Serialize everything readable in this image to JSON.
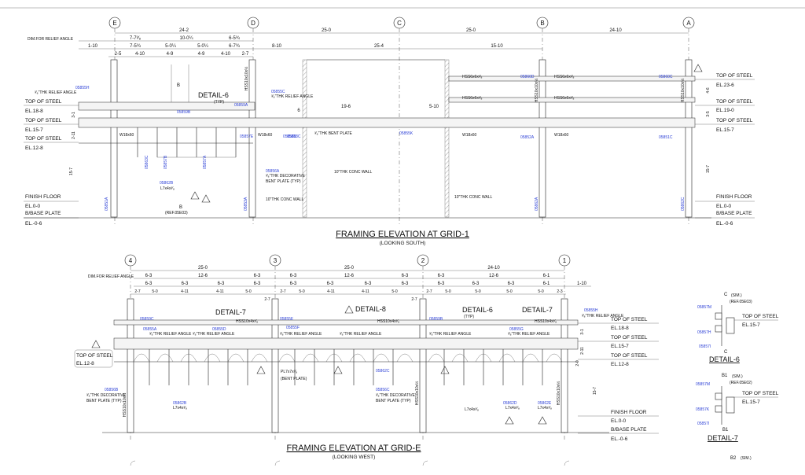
{
  "grid1": {
    "grids": [
      "E",
      "D",
      "C",
      "B",
      "A"
    ],
    "top_dims": {
      "overall": [
        "24-2",
        "25-0",
        "25-0",
        "24-10"
      ],
      "row1": [
        "7-7³⁄₈",
        "10-0¼",
        "6-5¾"
      ],
      "row2": [
        "1-10",
        "7-5¾",
        "5-0¼",
        "5-0¼",
        "6-7¾",
        "8-10",
        "25-4",
        "15-10"
      ],
      "row3": [
        "2-5",
        "4-10",
        "4-9",
        "4-9",
        "4-10",
        "2-7"
      ]
    },
    "dim_label": "DIM.FOR RELIEF ANGLE",
    "levels_left": [
      {
        "label": "TOP OF STEEL",
        "el": "EL.18-8"
      },
      {
        "label": "TOP OF STEEL",
        "el": "EL.15-7"
      },
      {
        "label": "TOP OF STEEL",
        "el": "EL.12-8"
      },
      {
        "label": "FINISH FLOOR",
        "el": "EL.0-0"
      },
      {
        "label": "B/BASE PLATE",
        "el": "EL.-0-6"
      }
    ],
    "levels_right": [
      {
        "label": "TOP OF STEEL",
        "el": "EL.23-6"
      },
      {
        "label": "TOP OF STEEL",
        "el": "EL.19-0"
      },
      {
        "label": "TOP OF STEEL",
        "el": "EL.15-7"
      },
      {
        "label": "FINISH FLOOR",
        "el": "EL.0-0"
      },
      {
        "label": "B/BASE PLATE",
        "el": "EL.-0-6"
      }
    ],
    "height_dims": [
      "3-1",
      "2-11",
      "15-7",
      "4-6",
      "3-5",
      "15-7"
    ],
    "notes": {
      "detail6": "DETAIL-6",
      "detail6_typ": "(TYP)",
      "relief_angle": "³⁄₈\"THK RELIEF ANGLE",
      "decorative": "³⁄₈\"THK DECORATIVE",
      "bent_plate_typ": "BENT PLATE (TYP)",
      "bent_plate": "³⁄₈\"THK BENT PLATE",
      "conc_wall": "10\"THK CONC WALL",
      "conc_wall2": "10\"THK CONC WALL",
      "conc_wall3": "10\"THK CONC WALL",
      "angle": "L7x4x³⁄₈",
      "b_label": "B",
      "b_ref": "(REF.05E03)",
      "beam_w18": "W18x60",
      "hss_beam": "HSS6x6x³⁄₈",
      "hss_col": "HSS10x10x½",
      "span_19": "19-6",
      "span_5": "5-10",
      "dim_6": "6"
    },
    "marks": [
      "05855H",
      "05859A",
      "05855C",
      "05859B",
      "05857E",
      "05856A",
      "05856B",
      "05862B",
      "05863C",
      "05857B",
      "05857A",
      "05855K",
      "05860D",
      "05860C",
      "05852A",
      "05851A",
      "05853A",
      "05862A",
      "05862C",
      "05851C",
      "05853C"
    ],
    "title": "FRAMING ELEVATION AT GRID-1",
    "subtitle": "(LOOKING SOUTH)"
  },
  "gride": {
    "grids": [
      "4",
      "3",
      "2",
      "1"
    ],
    "top_dims": {
      "overall": [
        "25-0",
        "25-0",
        "24-10"
      ],
      "row1": [
        "6-3",
        "12-6",
        "6-3",
        "6-3",
        "12-6",
        "6-3",
        "6-3",
        "12-6",
        "6-1"
      ],
      "row2": [
        "6-3",
        "6-3",
        "6-3",
        "6-3",
        "6-3",
        "6-3",
        "6-3",
        "6-3",
        "6-3",
        "6-3",
        "6-3",
        "6-1",
        "1-10"
      ],
      "row3": [
        "2-7",
        "5-0",
        "4-11",
        "4-11",
        "5-0",
        "2-7",
        "2-7",
        "5-0",
        "4-11",
        "4-11",
        "5-0",
        "2-7",
        "2-7",
        "5-0",
        "5-0",
        "5-0",
        "5-0",
        "2-3"
      ]
    },
    "dim_label": "DIM.FOR RELIEF ANGLE",
    "details": [
      "DETAIL-7",
      "DETAIL-8",
      "DETAIL-6",
      "DETAIL-7"
    ],
    "detail_typ": "(TYP)",
    "levels_left": [
      {
        "label": "TOP OF STEEL",
        "el": "EL.12-8"
      }
    ],
    "levels_right": [
      {
        "label": "TOP OF STEEL",
        "el": "EL.18-8"
      },
      {
        "label": "TOP OF STEEL",
        "el": "EL.15-7"
      },
      {
        "label": "TOP OF STEEL",
        "el": "EL.12-8"
      },
      {
        "label": "FINISH FLOOR",
        "el": "EL.0-0"
      },
      {
        "label": "B/BASE PLATE",
        "el": "EL.-0-6"
      }
    ],
    "height_dims": [
      "3-1",
      "2-11",
      "2-0",
      "15-7"
    ],
    "notes": {
      "relief_angle": "³⁄₈\"THK RELIEF ANGLE",
      "decorative": "³⁄₈\"THK DECORATIVE",
      "bent_plate_typ": "BENT PLATE (TYP)",
      "pl": "PL7x7x³⁄₈",
      "bent_plate": "(BENT PLATE)",
      "angle": "L7x4x³⁄₈",
      "hss_beam": "HSS10x4x³⁄₈",
      "hss_col": "HSS10x10x½"
    },
    "marks": [
      "05856B",
      "05859C",
      "05855A",
      "05855D",
      "05855E",
      "05855F",
      "05859B",
      "05855G",
      "05855H",
      "05862B",
      "05862C",
      "05856C",
      "05862D",
      "05862E"
    ],
    "title": "FRAMING ELEVATION AT GRID-E",
    "subtitle": "(LOOKING WEST)"
  },
  "side_details": [
    {
      "tag": "C",
      "sim": "(SIM.)",
      "ref": "(REF.05E03)",
      "level": "TOP OF STEEL",
      "el": "EL.15-7",
      "title": "DETAIL-6",
      "marks": [
        "05857M",
        "05857H",
        "05857I"
      ]
    },
    {
      "tag": "B1",
      "sim": "(SIM.)",
      "ref": "(REF.05E02)",
      "level": "TOP OF STEEL",
      "el": "EL.15-7",
      "title": "DETAIL-7",
      "marks": [
        "05857M",
        "05857K",
        "05857I"
      ]
    }
  ],
  "bottom_tag": {
    "tag": "B2",
    "sim": "(SIM.)"
  }
}
